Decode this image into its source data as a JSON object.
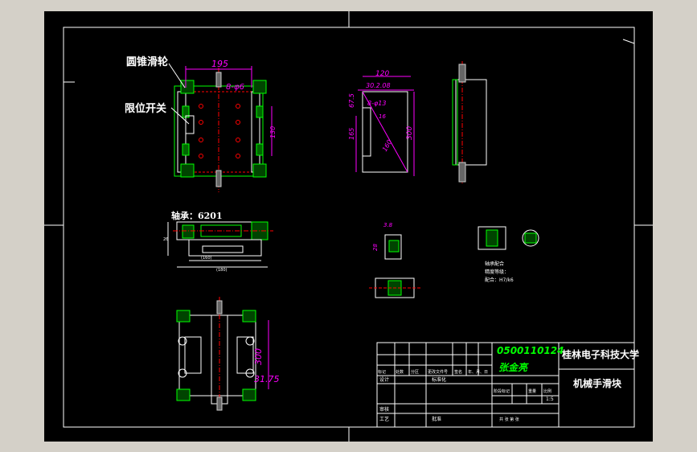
{
  "annotations": {
    "cone_pulley": "圆锥滑轮",
    "limit_switch": "限位开关",
    "bearing": "轴承：6201"
  },
  "dimensions": {
    "top_width": "195",
    "top_hole": "8-φ6",
    "top_side": "130",
    "side_width": "120",
    "side_h1": "30.2.08",
    "side_left": "67.5",
    "side_hole": "8-φ13",
    "side_h2": "165",
    "side_h3": "300",
    "side_small": "16",
    "side_diag": "160",
    "bottom_height": "300",
    "bottom_offset": "31.75",
    "small_dim": "3.8",
    "small_vert": "28"
  },
  "detail": {
    "title": "轴承配合",
    "line1": "精度等级：",
    "line2": "配合：H7/k6"
  },
  "title_block": {
    "student_id": "0500110124",
    "student_name": "张金亮",
    "university": "桂林电子科技大学",
    "part_name": "机械手滑块",
    "scale": "1:5",
    "row_design": "设计",
    "row_standard": "标准化",
    "row_review": "审核",
    "row_process": "工艺",
    "row_approve": "批准",
    "header_cols": [
      "标记",
      "处数",
      "分区",
      "更改文件号",
      "签名",
      "年、月、日"
    ],
    "stage_cols": [
      "阶段标记",
      "重量",
      "比例"
    ],
    "sheet_text": "共  张  第  张"
  },
  "colors": {
    "paper": "#000000",
    "frame": "#ffffff",
    "dimension": "#ff00ff",
    "part": "#00ff00",
    "hidden": "#ff0000",
    "title_green": "#00ff00",
    "window": "#d4d0c8"
  }
}
